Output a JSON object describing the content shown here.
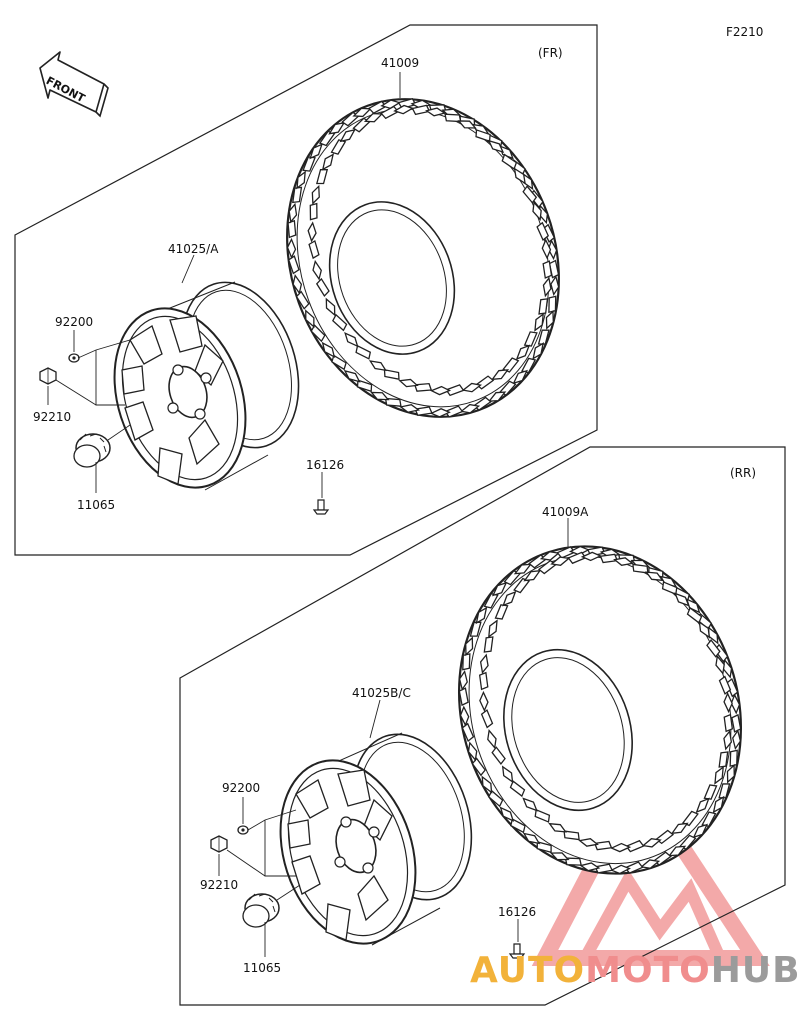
{
  "figure_code": "F2210",
  "front_label": "FRONT",
  "front_section": {
    "tag": "(FR)",
    "labels": {
      "tire": "41009",
      "wheel": "41025/A",
      "washer": "92200",
      "nut": "92210",
      "cap": "11065",
      "valve": "16126"
    }
  },
  "rear_section": {
    "tag": "(RR)",
    "labels": {
      "tire": "41009A",
      "wheel": "41025B/C",
      "washer": "92200",
      "nut": "92210",
      "cap": "11065",
      "valve": "16126"
    }
  },
  "watermark": {
    "part1": "AUTO",
    "part2": "MOTO",
    "part3": "HUB",
    "colors": {
      "auto": "#f2b23a",
      "moto": "#f08d8d",
      "hub": "#9b9b9b"
    }
  }
}
